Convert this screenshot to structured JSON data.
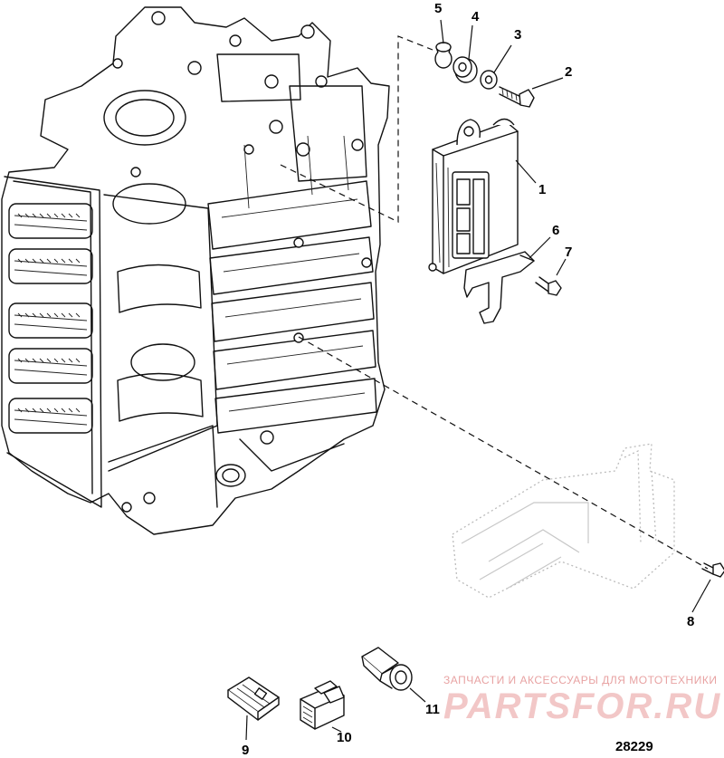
{
  "callouts": {
    "c1": "1",
    "c2": "2",
    "c3": "3",
    "c4": "4",
    "c5": "5",
    "c6": "6",
    "c7": "7",
    "c8": "8",
    "c9": "9",
    "c10": "10",
    "c11": "11"
  },
  "diagram_ref": "28229",
  "watermark": {
    "tagline": "ЗАПЧАСТИ И АКСЕССУАРЫ ДЛЯ МОТОТЕХНИКИ",
    "brand": "PARTSFOR.RU"
  }
}
